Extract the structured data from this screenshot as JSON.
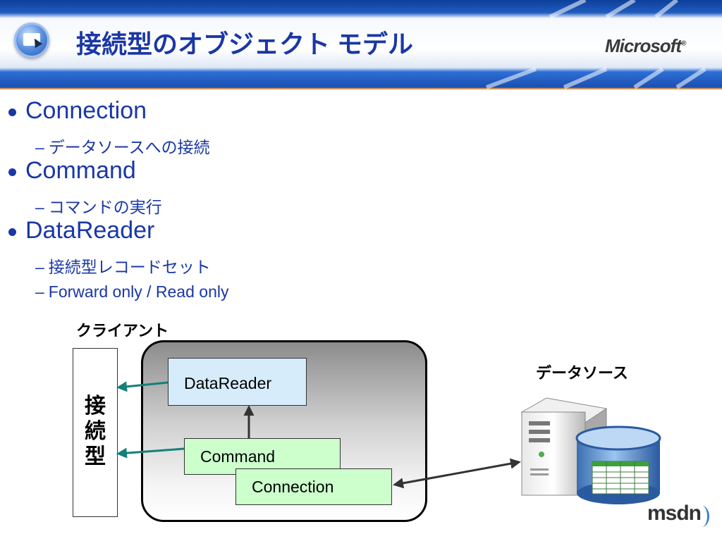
{
  "header": {
    "title": "接続型のオブジェクト モデル",
    "logo_text": "Microsoft",
    "logo_mark": "®"
  },
  "bullets": [
    {
      "label": "Connection",
      "subs": [
        "データソースへの接続"
      ]
    },
    {
      "label": "Command",
      "subs": [
        "コマンドの実行"
      ]
    },
    {
      "label": "DataReader",
      "subs": [
        "接続型レコードセット",
        "Forward only / Read only"
      ]
    }
  ],
  "sub_dash": "–",
  "diagram": {
    "client_label": "クライアント",
    "connected_label": "接続型",
    "datareader_label": "DataReader",
    "command_label": "Command",
    "connection_label": "Connection",
    "datasource_label": "データソース"
  },
  "footer": {
    "brand": "msdn"
  },
  "colors": {
    "title_blue": "#1a37a6",
    "arrow_teal": "#14807a",
    "reader_fill": "#d6ecfb",
    "command_fill": "#ccffcc"
  },
  "icons": [
    "computer-cursor-icon",
    "server-icon",
    "database-icon"
  ]
}
